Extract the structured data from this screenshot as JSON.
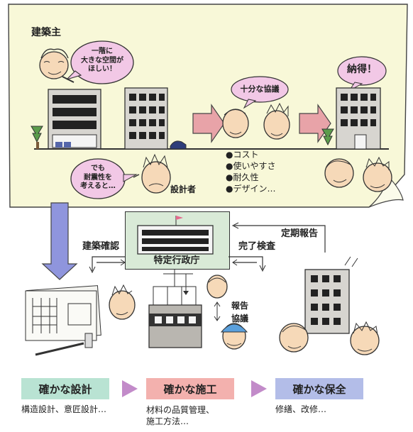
{
  "top_panel": {
    "owner_label": "建築主",
    "owner_bubble": "一階に\n大きな空間が\nほしい！",
    "designer_bubble": "でも\n耐震性を\n考えると…",
    "designer_label": "設計者",
    "discussion_bubble": "十分な協議",
    "agree_bubble": "納得！",
    "criteria": [
      "●コスト",
      "●使いやすさ",
      "●耐久性",
      "●デザイン…"
    ]
  },
  "middle": {
    "authority_label": "特定行政庁",
    "permit_label": "建築確認",
    "inspection_label": "完了検査",
    "periodic_report_label": "定期報告",
    "report_label": "報告",
    "consult_label": "協議"
  },
  "steps": [
    {
      "label": "確かな設計",
      "desc": "構造設計、意匠設計…",
      "color": "#b9e3d3"
    },
    {
      "label": "確かな施工",
      "desc": "材料の品質管理、\n施工方法…",
      "color": "#f3b1ae"
    },
    {
      "label": "確かな保全",
      "desc": "修繕、改修…",
      "color": "#b3bde8"
    }
  ],
  "colors": {
    "panel": "#f8f8d8",
    "authority_box": "#d9ead7",
    "arrow_pink": "#e8a3a8",
    "arrow_blue": "#8f95dd",
    "step_arrow": "#c28bc9"
  }
}
